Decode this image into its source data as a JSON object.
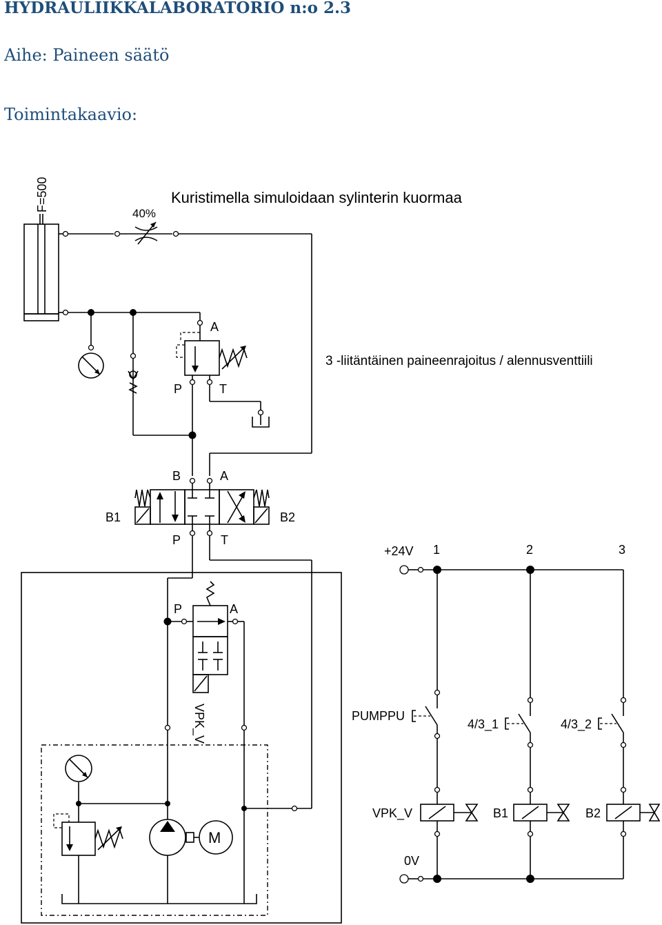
{
  "header": {
    "lab_title": "HYDRAULIIKKALABORATORIO n:o 2.3",
    "subject": "Aihe: Paineen säätö",
    "diagram_heading": "Toimintakaavio:"
  },
  "diagram": {
    "load_caption": "Kuristimella simuloidaan sylinterin kuormaa",
    "valve_caption": "3 -liitäntäinen paineenrajoitus / alennusventtiili",
    "cylinder_force": "F=500",
    "throttle_setting": "40%",
    "reducer_ports": {
      "a": "A",
      "p": "P",
      "t": "T"
    },
    "directional_valve": {
      "port_b": "B",
      "port_a": "A",
      "port_p": "P",
      "port_t": "T",
      "solenoid_left": "B1",
      "solenoid_right": "B2"
    },
    "pump_valve": {
      "port_p": "P",
      "port_a": "A",
      "label": "VPK_V"
    },
    "motor_label": "M",
    "electric": {
      "supply": "+24V",
      "ground": "0V",
      "line_1": "1",
      "line_2": "2",
      "line_3": "3",
      "switch_pump": "PUMPPU",
      "switch_1": "4/3_1",
      "switch_2": "4/3_2",
      "coil_1": "VPK_V",
      "coil_2": "B1",
      "coil_3": "B2"
    }
  }
}
